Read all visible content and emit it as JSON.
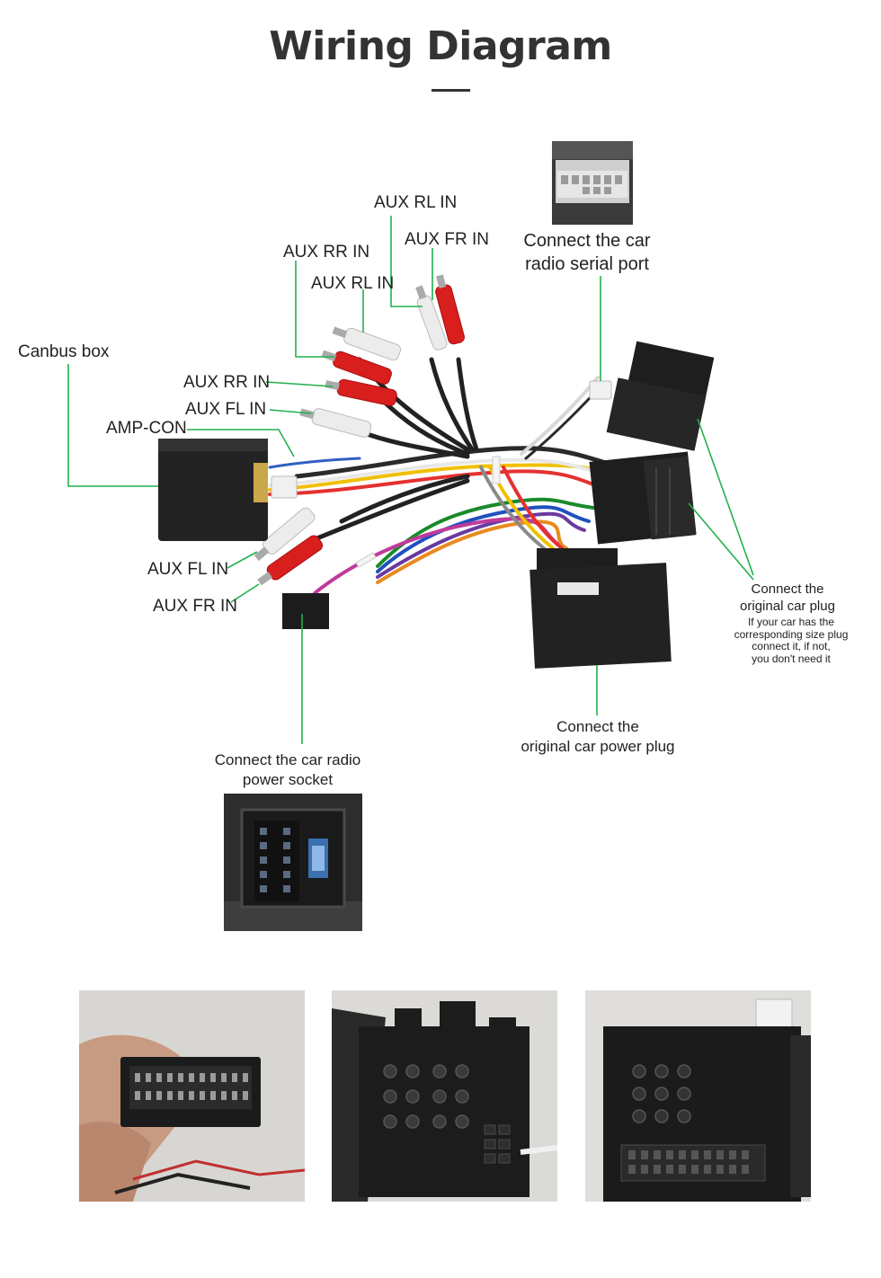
{
  "header": {
    "title": "Wiring Diagram"
  },
  "labels": {
    "aux_rl_in_top": "AUX RL IN",
    "aux_fr_in_top": "AUX FR IN",
    "aux_rr_in_top": "AUX RR IN",
    "aux_rl_in_mid": "AUX RL IN",
    "canbus_box": "Canbus box",
    "aux_rr_in_left": "AUX RR IN",
    "aux_fl_in_left": "AUX FL IN",
    "amp_con": "AMP-CON",
    "aux_fl_in_bottom": "AUX FL IN",
    "aux_fr_in_bottom": "AUX FR IN",
    "serial_port_line1": "Connect the car",
    "serial_port_line2": "radio  serial port",
    "orig_plug_line1": "Connect the",
    "orig_plug_line2": "original car plug",
    "orig_plug_note1": "If your car has the",
    "orig_plug_note2": "corresponding size plug",
    "orig_plug_note3": "connect it, if not,",
    "orig_plug_note4": "you don't need it",
    "power_plug_line1": "Connect the",
    "power_plug_line2": "original car power plug",
    "power_socket_line1": "Connect the car radio",
    "power_socket_line2": "power socket"
  },
  "colors": {
    "leader_line": "#22b14c",
    "rca_red": "#d91e1e",
    "rca_white": "#f2f2f2",
    "connector_black": "#1e1e1e"
  }
}
